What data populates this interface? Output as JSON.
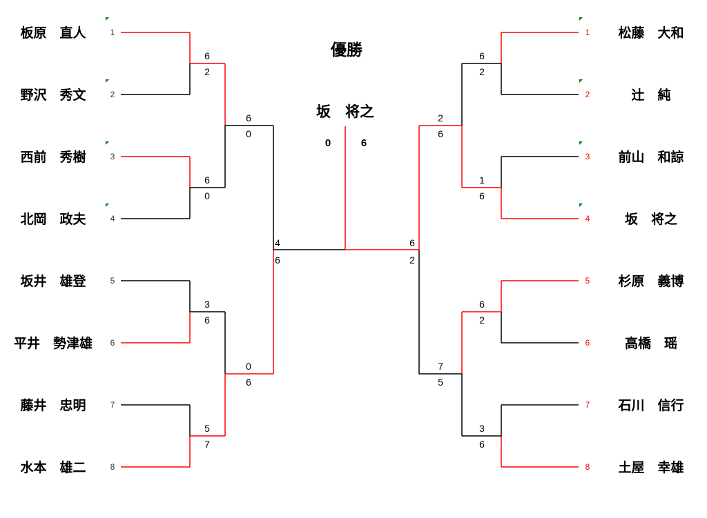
{
  "title": "優勝",
  "champion": "坂　将之",
  "final_scores": [
    "0",
    "6"
  ],
  "colors": {
    "win": "#ff0000",
    "lose": "#000000",
    "flag": "#008000"
  },
  "left": {
    "players": [
      {
        "name": "板原　直人",
        "seed": "1"
      },
      {
        "name": "野沢　秀文",
        "seed": "2"
      },
      {
        "name": "西前　秀樹",
        "seed": "3"
      },
      {
        "name": "北岡　政夫",
        "seed": "4"
      },
      {
        "name": "坂井　雄登",
        "seed": "5"
      },
      {
        "name": "平井　勢津雄",
        "seed": "6"
      },
      {
        "name": "藤井　忠明",
        "seed": "7"
      },
      {
        "name": "水本　雄二",
        "seed": "8"
      }
    ],
    "r1": [
      [
        "6",
        "2"
      ],
      [
        "6",
        "0"
      ],
      [
        "3",
        "6"
      ],
      [
        "5",
        "7"
      ]
    ],
    "r2": [
      [
        "6",
        "0"
      ],
      [
        "0",
        "6"
      ]
    ],
    "r3": [
      "4",
      "6"
    ]
  },
  "right": {
    "players": [
      {
        "name": "松藤　大和",
        "seed": "1"
      },
      {
        "name": "辻　純",
        "seed": "2"
      },
      {
        "name": "前山　和諒",
        "seed": "3"
      },
      {
        "name": "坂　将之",
        "seed": "4"
      },
      {
        "name": "杉原　義博",
        "seed": "5"
      },
      {
        "name": "高橋　瑶",
        "seed": "6"
      },
      {
        "name": "石川　信行",
        "seed": "7"
      },
      {
        "name": "土屋　幸雄",
        "seed": "8"
      }
    ],
    "r1": [
      [
        "6",
        "2"
      ],
      [
        "1",
        "6"
      ],
      [
        "6",
        "2"
      ],
      [
        "3",
        "6"
      ]
    ],
    "r2": [
      [
        "2",
        "6"
      ],
      [
        "7",
        "5"
      ]
    ],
    "r3": [
      "6",
      "2"
    ]
  }
}
